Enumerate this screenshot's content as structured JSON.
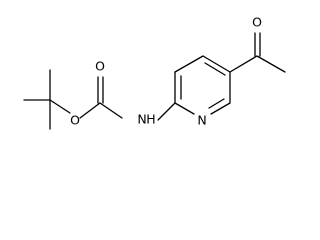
{
  "molecule": {
    "atoms": [
      {
        "id": "carbonyl_O",
        "label": "O"
      },
      {
        "id": "ester_O",
        "label": "O"
      },
      {
        "id": "amide_N",
        "label": "N"
      },
      {
        "id": "amide_H",
        "label": "H"
      },
      {
        "id": "ring_N",
        "label": "N"
      },
      {
        "id": "ketone_O",
        "label": "O"
      }
    ]
  }
}
